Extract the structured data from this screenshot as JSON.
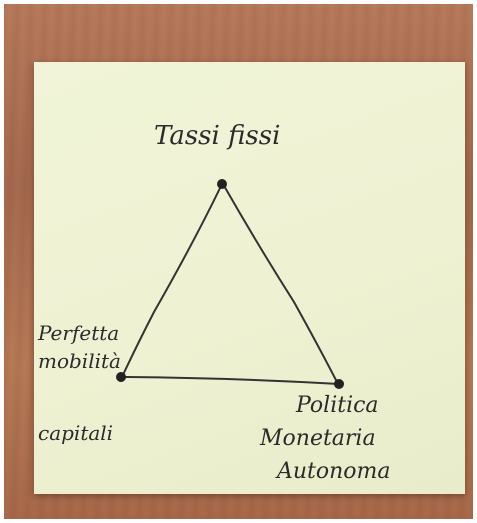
{
  "photo": {
    "background_color": "#a8694b",
    "note_color": "#eef2d2",
    "ink_color": "#2b2b2b"
  },
  "diagram": {
    "top_label": "Tassi fissi",
    "left_label": [
      "Perfetta",
      "mobilità",
      "capitali"
    ],
    "right_label": [
      "Politica",
      "Monetaria",
      "Autonoma"
    ]
  }
}
